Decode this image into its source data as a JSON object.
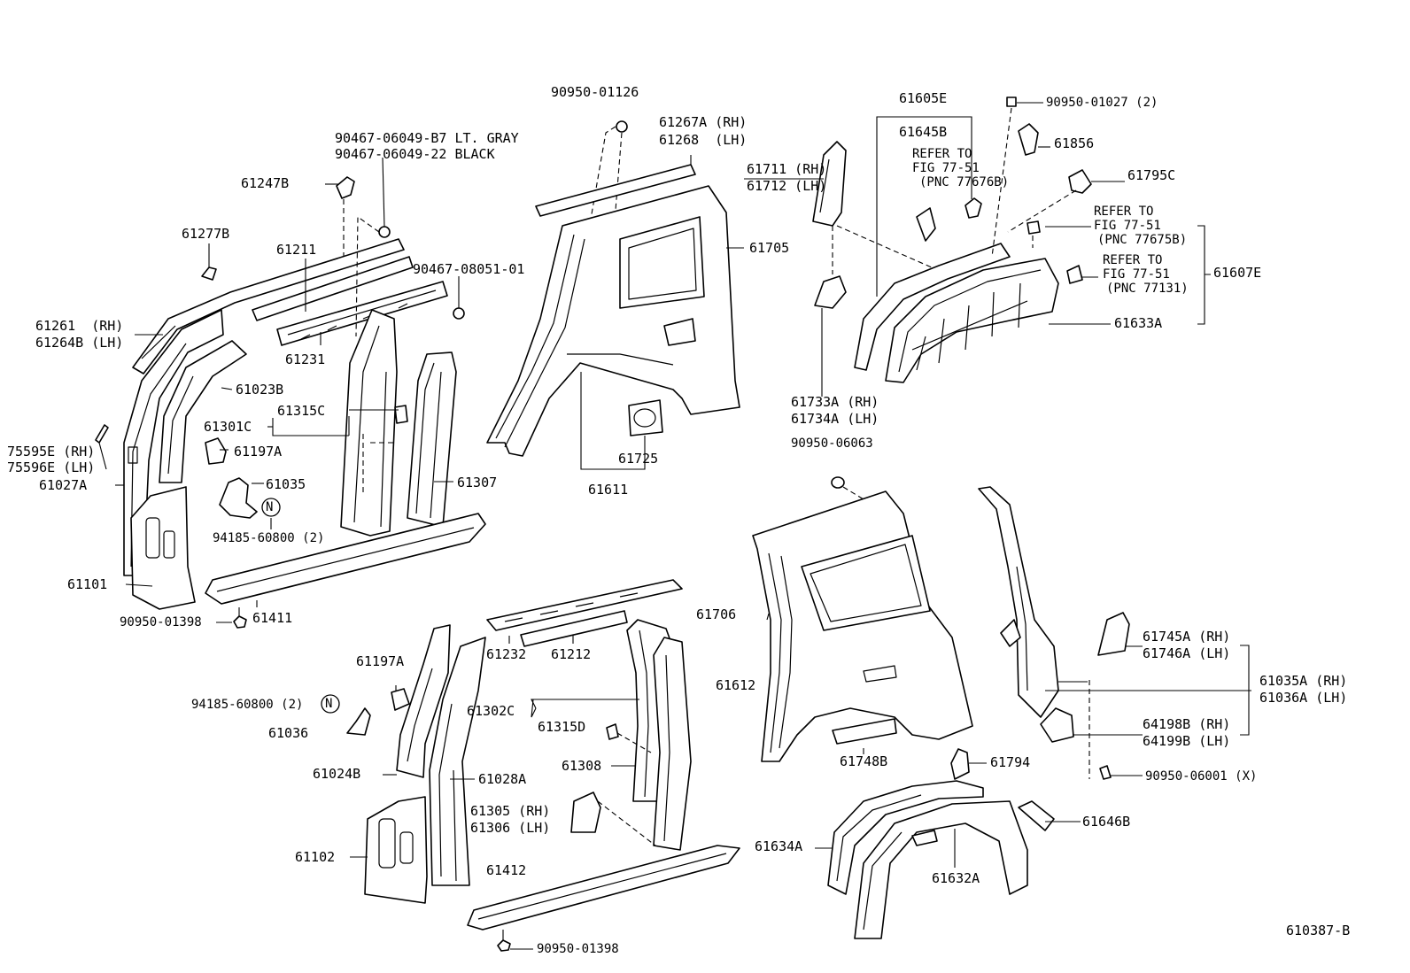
{
  "diagram_id": "610387-B",
  "colors": {
    "ink": "#000000",
    "background": "#ffffff"
  },
  "labels": {
    "p90950_01126": "90950-01126",
    "p61267a": "61267A (RH)",
    "p61268": "61268  (LH)",
    "p90467_b7": "90467-06049-B7 LT. GRAY",
    "p90467_22": "90467-06049-22 BLACK",
    "p61247b": "61247B",
    "p61277b": "61277B",
    "p61211": "61211",
    "p90467_08051": "90467-08051-01",
    "p61261": "61261  (RH)",
    "p61264b": "61264B (LH)",
    "p61231": "61231",
    "p61023b": "61023B",
    "p61301c": "61301C",
    "p61315c": "61315C",
    "p61197a_top": "61197A",
    "p75595e": "75595E (RH)",
    "p75596e": "75596E (LH)",
    "p61027a": "61027A",
    "p61035": "61035",
    "p61307": "61307",
    "p94185_top": "94185-60800 (2)",
    "p61101": "61101",
    "p90950_01398_a": "90950-01398",
    "p61411": "61411",
    "p61711": "61711 (RH)",
    "p61712": "61712 (LH)",
    "p61705": "61705",
    "p61725": "61725",
    "p61611": "61611",
    "p61605e": "61605E",
    "p61645b": "61645B",
    "refer_1a": "REFER TO",
    "refer_1b": "FIG 77-51",
    "refer_1c": "(PNC 77676B)",
    "p90950_01027": "90950-01027 (2)",
    "p61856": "61856",
    "p61795c": "61795C",
    "refer_2a": "REFER TO",
    "refer_2b": "FIG 77-51",
    "refer_2c": "(PNC 77675B)",
    "refer_3a": "REFER TO",
    "refer_3b": "FIG 77-51",
    "refer_3c": "(PNC 77131)",
    "p61607e": "61607E",
    "p61633a": "61633A",
    "p61733a": "61733A (RH)",
    "p61734a": "61734A (LH)",
    "p90950_06063": "90950-06063",
    "p61706": "61706",
    "p61612": "61612",
    "p61745a": "61745A (RH)",
    "p61746a": "61746A (LH)",
    "p61035a": "61035A (RH)",
    "p61036a": "61036A (LH)",
    "p64198b": "64198B (RH)",
    "p64199b": "64199B (LH)",
    "p90950_06001": "90950-06001 (X)",
    "p61748b": "61748B",
    "p61794": "61794",
    "p61634a": "61634A",
    "p61632a": "61632A",
    "p61646b": "61646B",
    "p61197a_bot": "61197A",
    "p61232": "61232",
    "p61212": "61212",
    "p94185_bot": "94185-60800 (2)",
    "p61036": "61036",
    "p61302c": "61302C",
    "p61315d": "61315D",
    "p61024b": "61024B",
    "p61028a": "61028A",
    "p61308": "61308",
    "p61305": "61305 (RH)",
    "p61306": "61306 (LH)",
    "p61102": "61102",
    "p61412": "61412",
    "p90950_01398_b": "90950-01398",
    "figure_code": "610387-B",
    "nut_symbol": "N"
  }
}
